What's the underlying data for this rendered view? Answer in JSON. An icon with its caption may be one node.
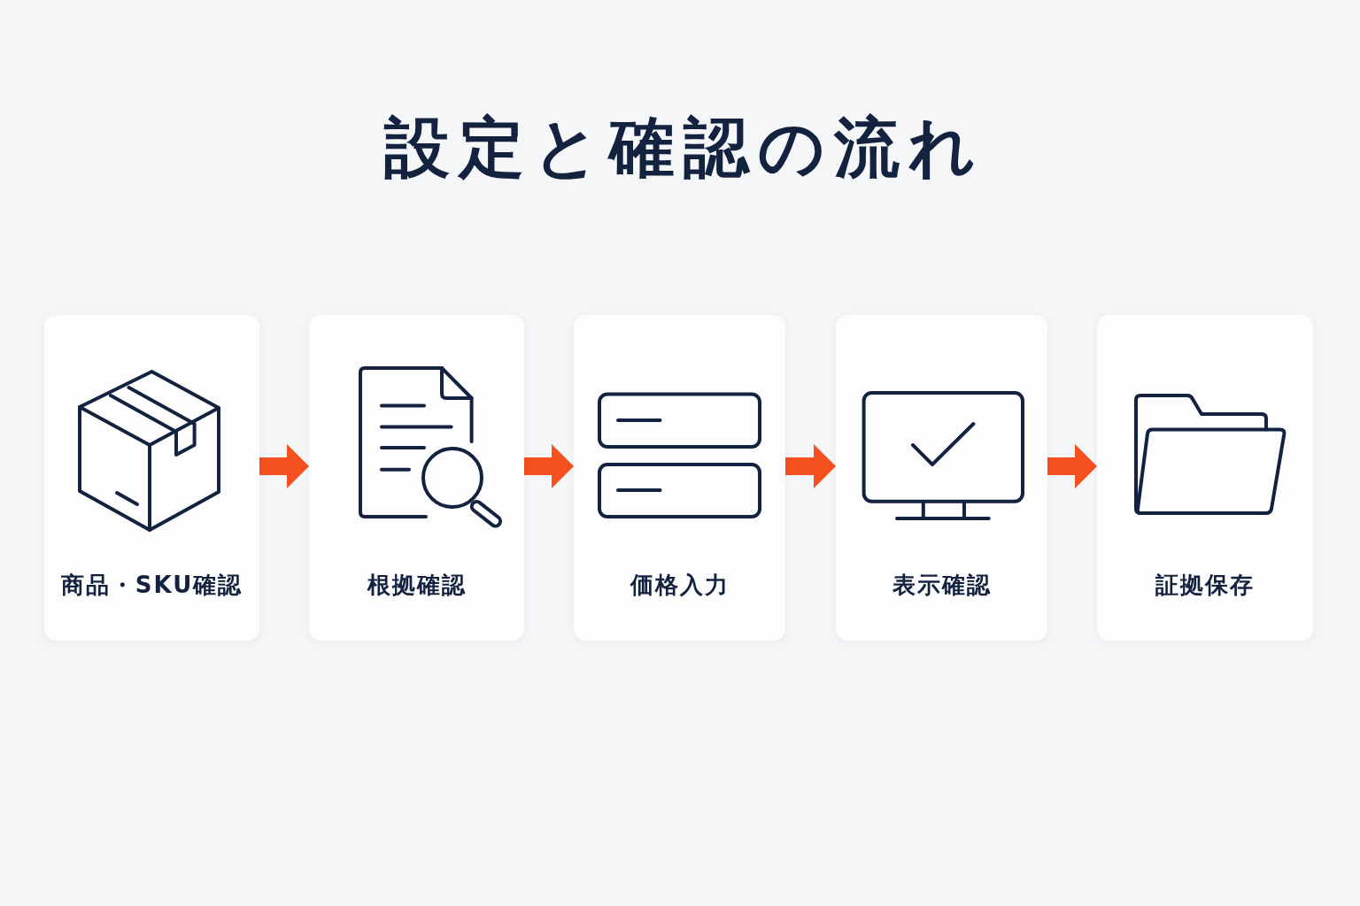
{
  "diagram": {
    "title": "設定と確認の流れ",
    "nodes": [
      {
        "text": [
          "商品・SKU確認"
        ]
      },
      {
        "text": [
          "根拠確認"
        ]
      },
      {
        "text": [
          "価格入力"
        ]
      },
      {
        "text": [
          "表示確認"
        ]
      },
      {
        "text": [
          "証拠保存"
        ]
      }
    ],
    "edges": [
      {
        "from": 0,
        "to": 1,
        "arrow": "to"
      },
      {
        "from": 1,
        "to": 2,
        "arrow": "to"
      },
      {
        "from": 2,
        "to": 3,
        "arrow": "to"
      },
      {
        "from": 3,
        "to": 4,
        "arrow": "to"
      }
    ]
  }
}
